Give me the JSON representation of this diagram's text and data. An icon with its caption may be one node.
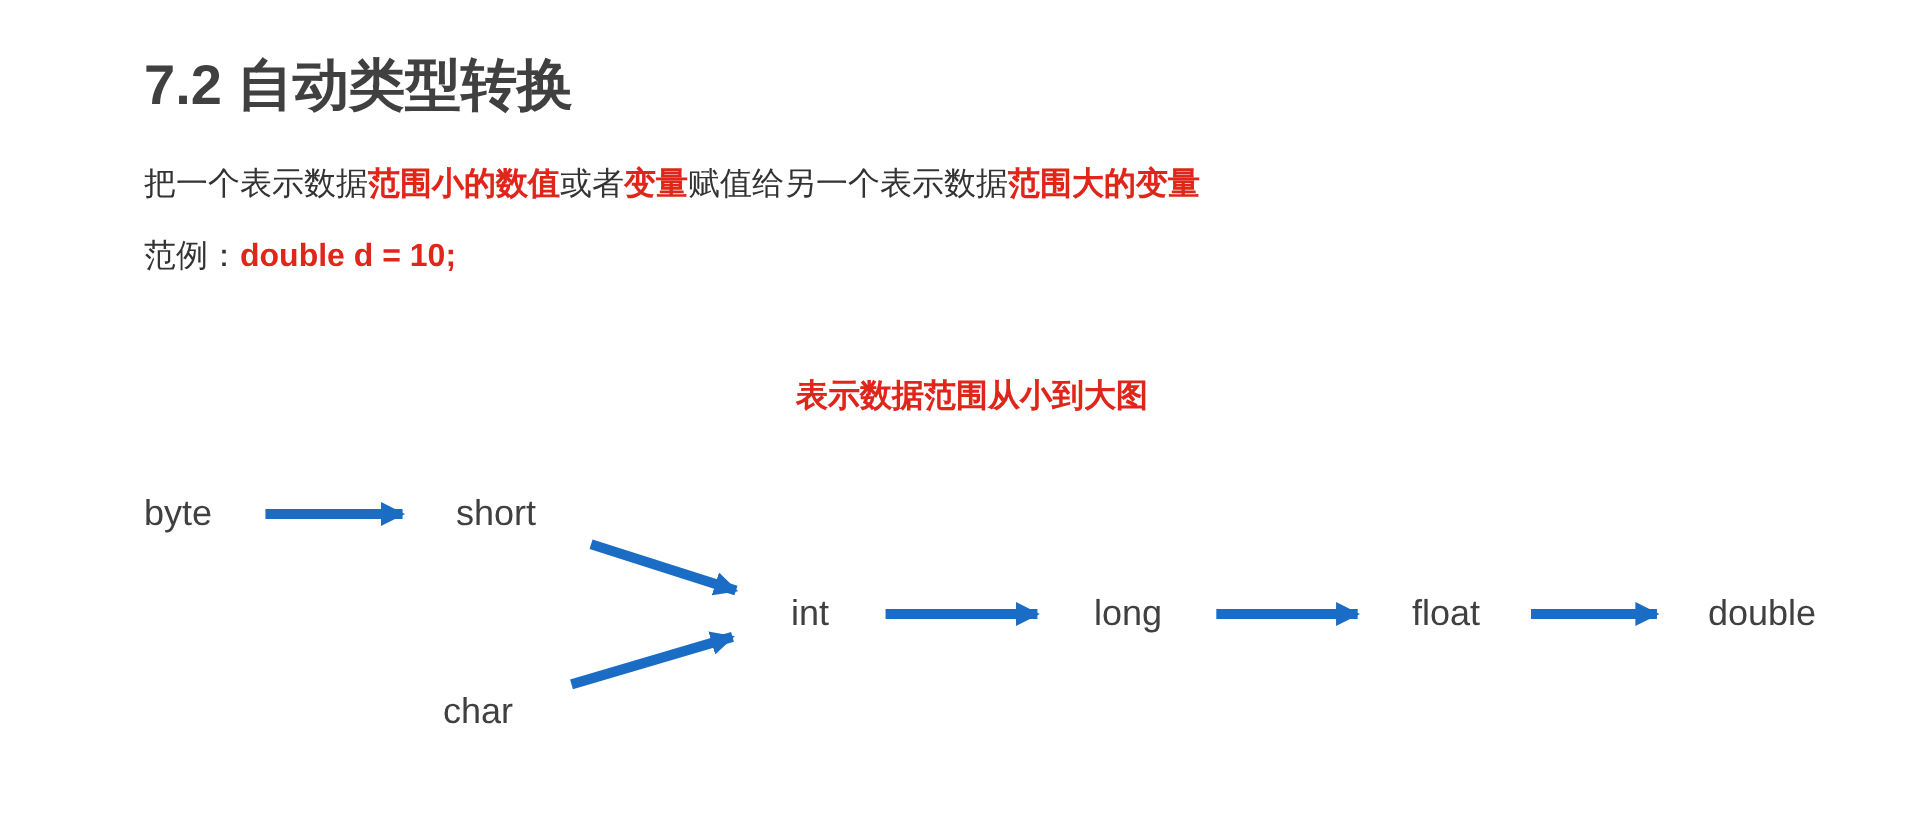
{
  "diagram": {
    "title": "7.2 自动类型转换",
    "nodes": [
      {
        "text": [
          "byte"
        ]
      },
      {
        "text": [
          "short"
        ]
      },
      {
        "text": [
          "char"
        ]
      },
      {
        "text": [
          "int"
        ]
      },
      {
        "text": [
          "long"
        ]
      },
      {
        "text": [
          "float"
        ]
      },
      {
        "text": [
          "double"
        ]
      }
    ],
    "edges": [
      {
        "from": 0,
        "to": 1,
        "arrow": "to"
      },
      {
        "from": 1,
        "to": 3,
        "arrow": "to"
      },
      {
        "from": 2,
        "to": 3,
        "arrow": "to"
      },
      {
        "from": 3,
        "to": 4,
        "arrow": "to"
      },
      {
        "from": 4,
        "to": 5,
        "arrow": "to"
      },
      {
        "from": 5,
        "to": 6,
        "arrow": "to"
      }
    ],
    "labels": [
      "把一个表示数据**范围小的数值**或者**变量**赋值给另一个表示数据**范围大的变量**",
      "范例：**double d = 10;**",
      "表示数据范围从小到大图"
    ]
  }
}
